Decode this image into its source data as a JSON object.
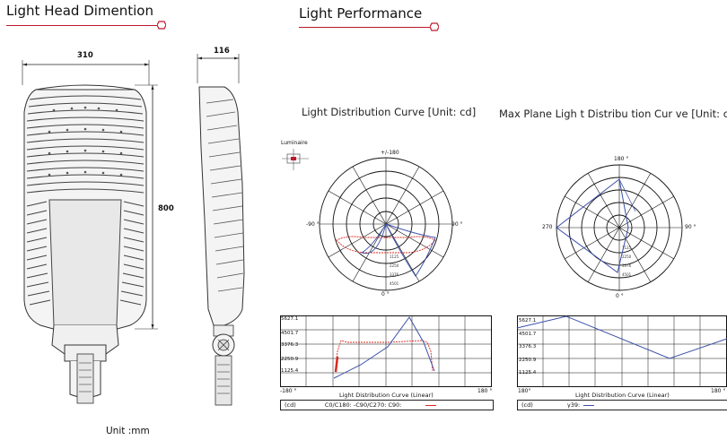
{
  "sections": {
    "dimension_title": "Light Head Dimention",
    "performance_title": "Light Performance"
  },
  "drawing": {
    "front_width": "310",
    "side_depth": "116",
    "height": "800",
    "unit": "Unit :mm"
  },
  "polar1": {
    "title": "Light Distribution Curve    [Unit: cd]",
    "luminaire": "Luminaire",
    "top_label": "+/-180",
    "left_label": "-90 °",
    "right_label": "90 °",
    "bottom_label": "0 °"
  },
  "polar2": {
    "title": "Max Plane Ligh t Distribu tion Cur ve [Unit: cd]",
    "top_label": "180 °",
    "left_label": "270",
    "right_label": "90 °",
    "bottom_label": "0 °"
  },
  "linear1": {
    "ylabels": [
      "5627.1",
      "4501.7",
      "3376.3",
      "2250.9",
      "1125.4"
    ],
    "x_left": "-180 °",
    "x_right": "180 °",
    "caption": "Light Distribution Curve (Linear)",
    "legend_unit": "(cd)",
    "legend_text": "C0/C180: -C90/C270: C90:"
  },
  "linear2": {
    "ylabels": [
      "5627.1",
      "4501.7",
      "3376.3",
      "2250.9",
      "1125.4"
    ],
    "x_left": "180°",
    "x_right": "180 °",
    "caption": "Light Distribution Curve (Linear)",
    "legend_unit": "(cd)",
    "legend_text": "γ39:"
  },
  "colors": {
    "accent": "#c0182d",
    "blue_curve": "#3a4fa8",
    "red_curve": "#d8281e"
  }
}
